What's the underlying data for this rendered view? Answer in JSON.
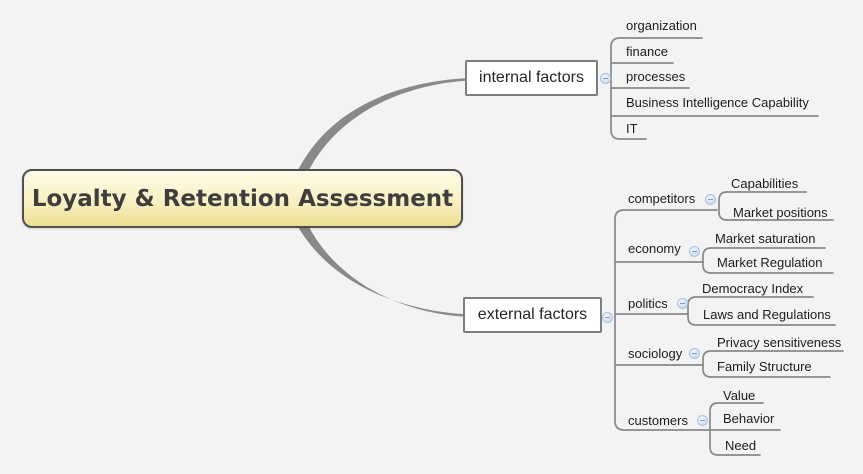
{
  "root": {
    "label": "Loyalty & Retention Assessment"
  },
  "internal": {
    "label": "internal factors",
    "children": [
      "organization",
      "finance",
      "processes",
      "Business Intelligence Capability",
      "IT"
    ]
  },
  "external": {
    "label": "external factors",
    "subs": [
      {
        "label": "competitors",
        "children": [
          "Capabilities",
          "Market positions"
        ]
      },
      {
        "label": "economy",
        "children": [
          "Market saturation",
          "Market Regulation"
        ]
      },
      {
        "label": "politics",
        "children": [
          "Democracy Index",
          "Laws and Regulations"
        ]
      },
      {
        "label": "sociology",
        "children": [
          "Privacy sensitiveness",
          "Family Structure"
        ]
      },
      {
        "label": "customers",
        "children": [
          "Value",
          "Behavior",
          "Need"
        ]
      }
    ]
  },
  "icons": {
    "collapse_symbol": "minus"
  },
  "colors": {
    "background": "#f3f3f3",
    "central_fill_top": "#fdfbe8",
    "central_fill_bottom": "#ecdf90",
    "central_border": "#4f4f4f",
    "box_border": "#7e7e7e",
    "line": "#898989",
    "icon_fill": "#cfdff4",
    "text": "#1c1c1c"
  }
}
